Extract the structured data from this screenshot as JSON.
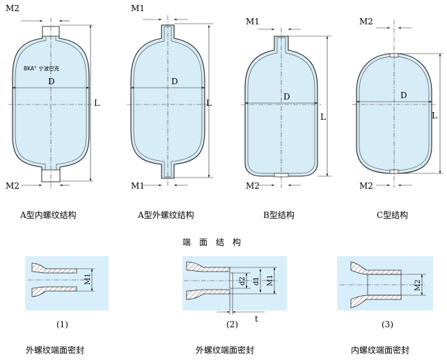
{
  "diagrams": [
    {
      "caption": "A型内螺纹结构",
      "top_label": "M2",
      "bottom_label": "M2",
      "diameter_label": "D",
      "length_label": "L",
      "brand": "BKA° 宁波巴克"
    },
    {
      "caption": "A型外螺纹结构",
      "top_label": "M1",
      "bottom_label": "M1",
      "diameter_label": "D",
      "length_label": "L"
    },
    {
      "caption": "B型结构",
      "top_label": "M1",
      "bottom_label": "M2",
      "diameter_label": "D",
      "length_label": "L"
    },
    {
      "caption": "C型结构",
      "top_label": "M2",
      "bottom_label": "M2",
      "diameter_label": "D",
      "length_label": "L"
    }
  ],
  "section_title": "端　面　结　构",
  "seals": [
    {
      "number": "(1)",
      "caption": "外螺纹端面密封",
      "dims": [
        "M1"
      ]
    },
    {
      "number": "(2)",
      "caption": "外螺纹端面密封",
      "dims": [
        "d2",
        "d1",
        "M1",
        "t"
      ]
    },
    {
      "number": "(3)",
      "caption": "内螺纹端面密封",
      "dims": [
        "M2"
      ]
    }
  ],
  "colors": {
    "fill": "#d6ecf6",
    "panel": "#d9eefb",
    "line": "#222222"
  }
}
